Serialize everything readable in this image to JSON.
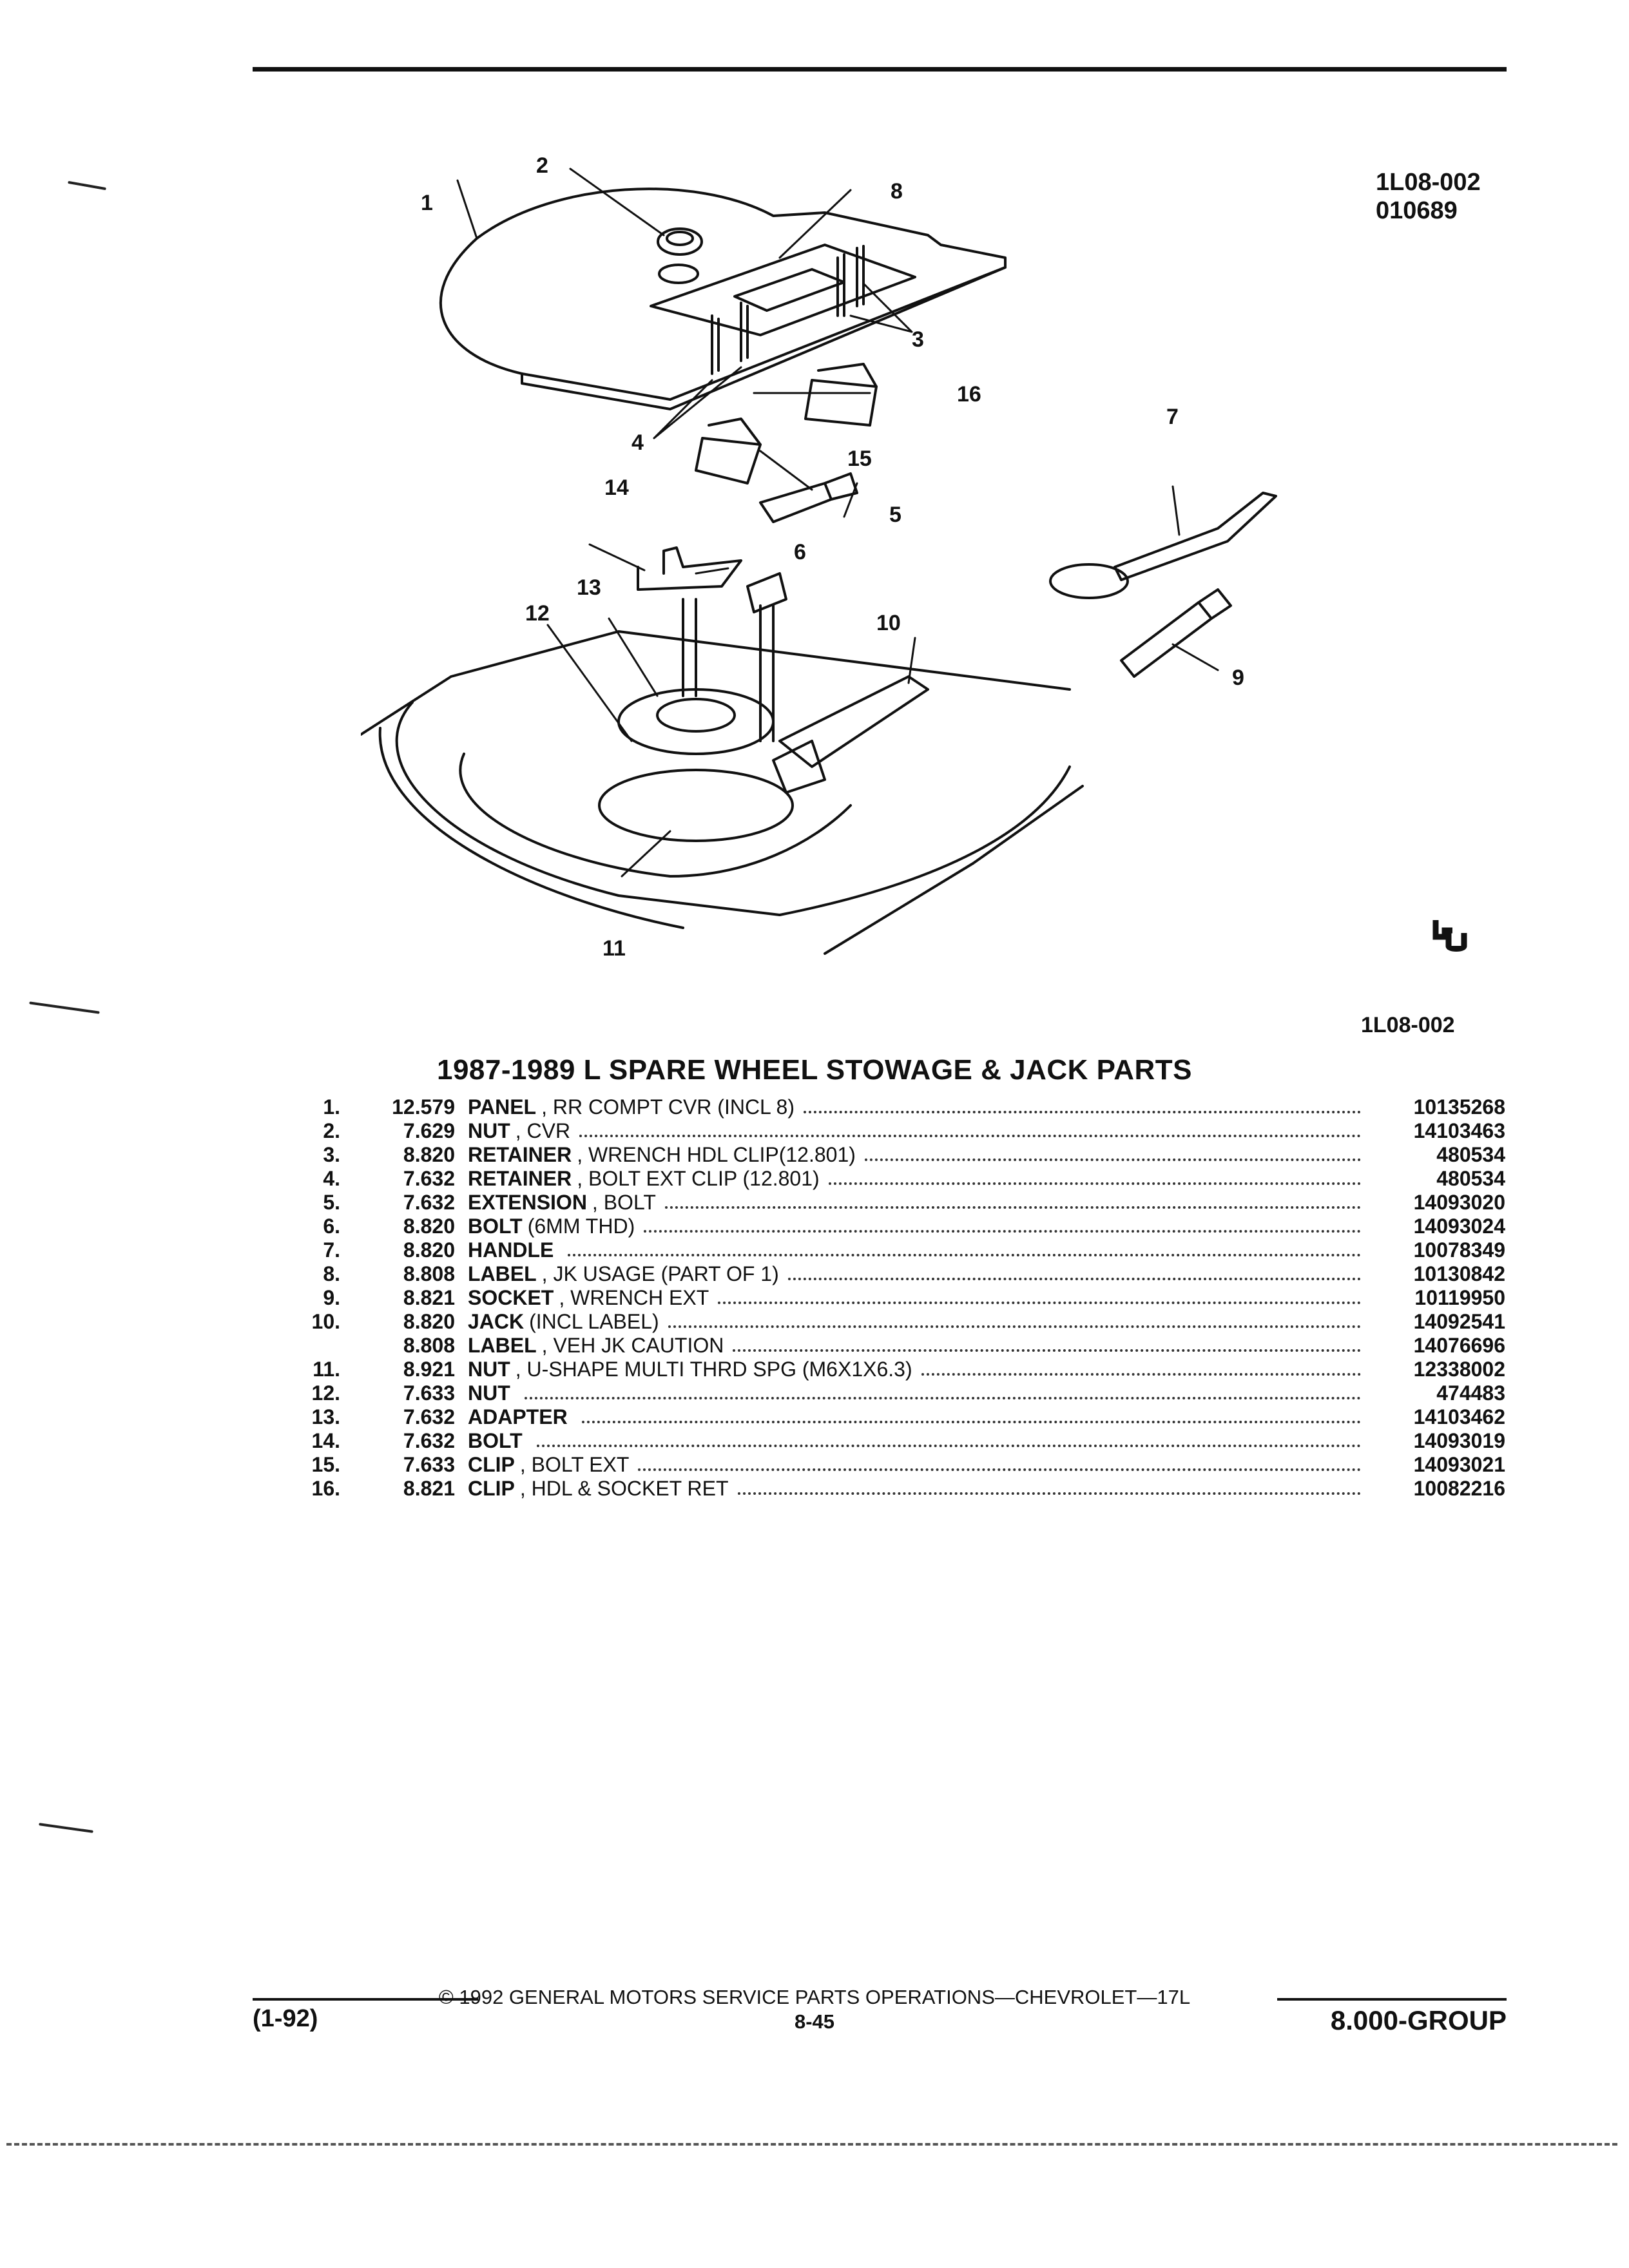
{
  "figure": {
    "code_top": [
      "1L08-002",
      "010689"
    ],
    "code_bottom": "1L08-002",
    "logo": "gm-logo",
    "callouts": [
      "1",
      "2",
      "3",
      "4",
      "5",
      "6",
      "7",
      "8",
      "9",
      "10",
      "11",
      "12",
      "13",
      "14",
      "15",
      "16"
    ]
  },
  "section_title": "1987-1989 L SPARE WHEEL STOWAGE & JACK PARTS",
  "parts": [
    {
      "num": "1.",
      "catalog": "12.579",
      "name": "PANEL",
      "detail": ", RR COMPT CVR (INCL 8)",
      "part_no": "10135268"
    },
    {
      "num": "2.",
      "catalog": "7.629",
      "name": "NUT",
      "detail": ", CVR",
      "part_no": "14103463"
    },
    {
      "num": "3.",
      "catalog": "8.820",
      "name": "RETAINER",
      "detail": ", WRENCH HDL CLIP(12.801)",
      "part_no": "480534"
    },
    {
      "num": "4.",
      "catalog": "7.632",
      "name": "RETAINER",
      "detail": ", BOLT EXT CLIP (12.801)",
      "part_no": "480534"
    },
    {
      "num": "5.",
      "catalog": "7.632",
      "name": "EXTENSION",
      "detail": ", BOLT",
      "part_no": "14093020"
    },
    {
      "num": "6.",
      "catalog": "8.820",
      "name": "BOLT",
      "detail": "(6MM THD)",
      "part_no": "14093024"
    },
    {
      "num": "7.",
      "catalog": "8.820",
      "name": "HANDLE",
      "detail": "",
      "part_no": "10078349"
    },
    {
      "num": "8.",
      "catalog": "8.808",
      "name": "LABEL",
      "detail": ", JK USAGE (PART OF 1)",
      "part_no": "10130842"
    },
    {
      "num": "9.",
      "catalog": "8.821",
      "name": "SOCKET",
      "detail": ", WRENCH EXT",
      "part_no": "10119950"
    },
    {
      "num": "10.",
      "catalog": "8.820",
      "name": "JACK",
      "detail": "(INCL LABEL)",
      "part_no": "14092541"
    },
    {
      "num": "",
      "catalog": "8.808",
      "name": "LABEL",
      "detail": ", VEH JK CAUTION",
      "part_no": "14076696"
    },
    {
      "num": "11.",
      "catalog": "8.921",
      "name": "NUT",
      "detail": ", U-SHAPE MULTI THRD SPG (M6X1X6.3)",
      "part_no": "12338002"
    },
    {
      "num": "12.",
      "catalog": "7.633",
      "name": "NUT",
      "detail": "",
      "part_no": "474483"
    },
    {
      "num": "13.",
      "catalog": "7.632",
      "name": "ADAPTER",
      "detail": "",
      "part_no": "14103462"
    },
    {
      "num": "14.",
      "catalog": "7.632",
      "name": "BOLT",
      "detail": "",
      "part_no": "14093019"
    },
    {
      "num": "15.",
      "catalog": "7.633",
      "name": "CLIP",
      "detail": ", BOLT EXT",
      "part_no": "14093021"
    },
    {
      "num": "16.",
      "catalog": "8.821",
      "name": "CLIP",
      "detail": ", HDL & SOCKET RET",
      "part_no": "10082216"
    }
  ],
  "footer": {
    "copyright": "© 1992 GENERAL MOTORS SERVICE PARTS OPERATIONS—CHEVROLET—17L",
    "date_code": "(1-92)",
    "page": "8-45",
    "group": "8.000-GROUP"
  }
}
